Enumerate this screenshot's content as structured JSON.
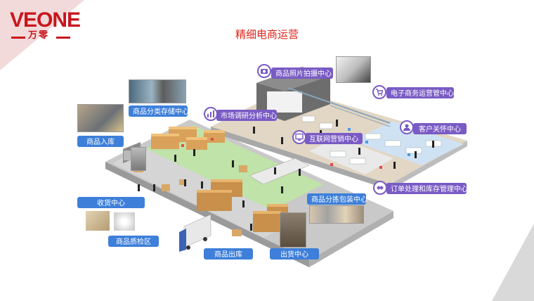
{
  "logo": {
    "brand": "VEONE",
    "sub": "万零"
  },
  "title": "精细电商运营",
  "labels": {
    "photo_center": "商品照片拍摄中心",
    "ecommerce_ops": "电子商务运营管中心",
    "market_research": "市场调研分析中心",
    "customer_care": "客户关怀中心",
    "internet_marketing": "互联网营销中心",
    "order_inventory": "订单处理和库存管理中心",
    "storage": "商品分类存储中心",
    "inbound": "商品入库",
    "receiving": "收货中心",
    "sorting_packing": "商品分拣包装中心",
    "quality_check": "商品质检区",
    "outbound": "商品出库",
    "shipping": "出货中心"
  },
  "icons": {
    "photo_center": "camera-icon",
    "ecommerce_ops": "shopping-cart-icon",
    "market_research": "chart-icon",
    "customer_care": "person-icon",
    "internet_marketing": "monitor-icon",
    "order_inventory": "handshake-icon"
  },
  "colors": {
    "title": "#e0241b",
    "label_blue": "#3d7fd9",
    "label_purple": "#7a5bc4",
    "brand": "#c8161d"
  }
}
